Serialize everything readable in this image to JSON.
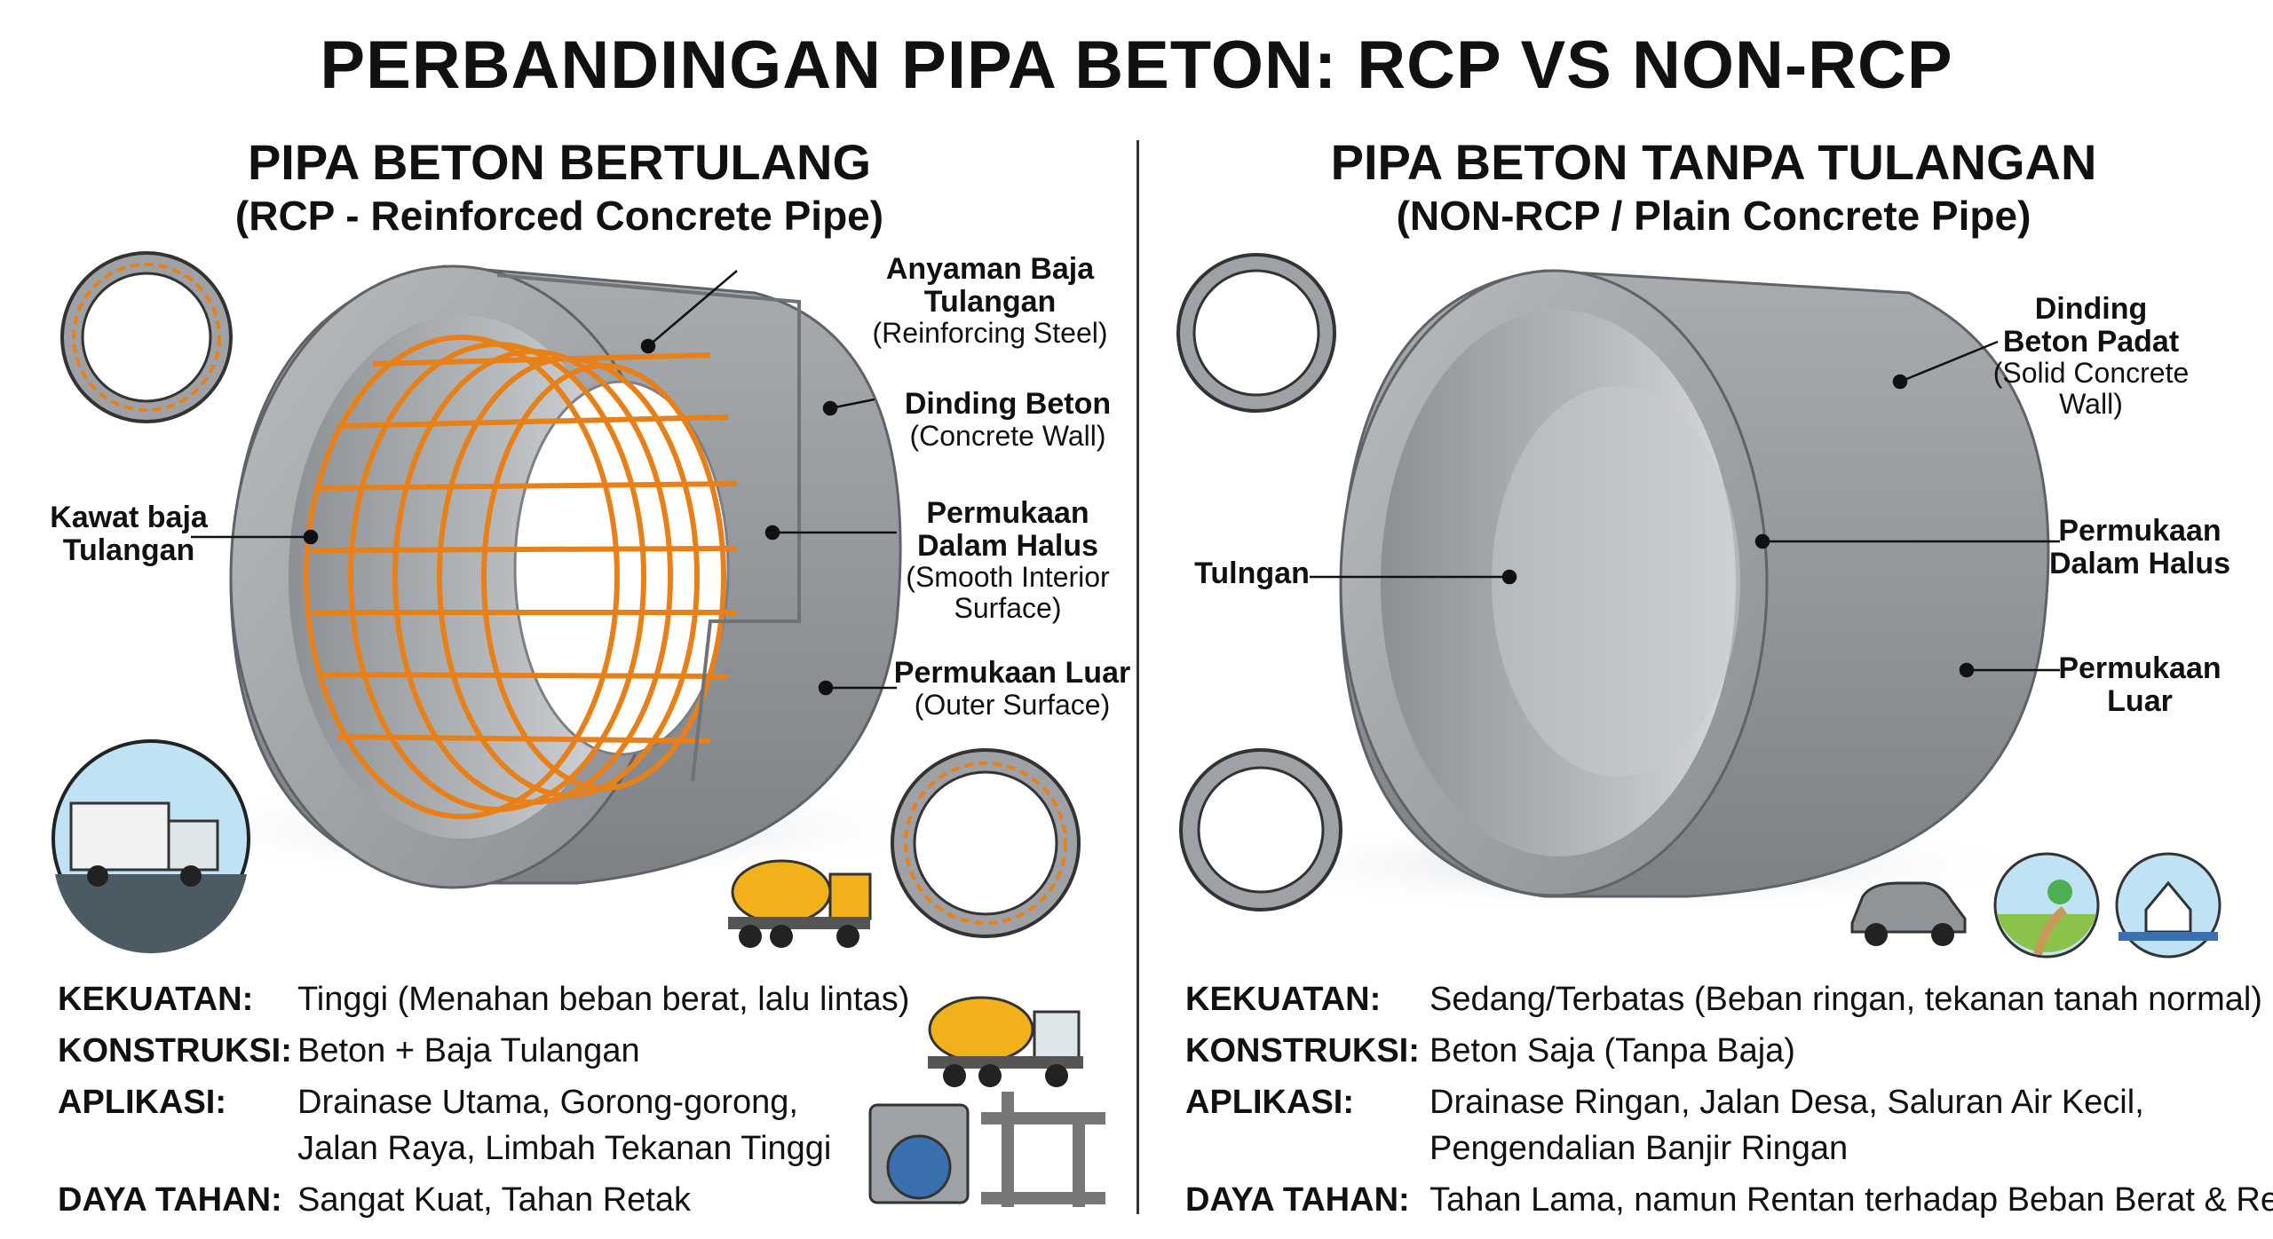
{
  "title": "PERBANDINGAN PIPA BETON: RCP VS NON-RCP",
  "left": {
    "heading": "PIPA BETON BERTULANG",
    "subheading": "(RCP - Reinforced Concrete Pipe)",
    "callouts": {
      "steel_mesh": {
        "bold": "Anyaman Baja Tulangan",
        "bold1": "Anyaman Baja",
        "bold2": "Tulangan",
        "note": "(Reinforcing Steel)"
      },
      "concrete_wall": {
        "bold": "Dinding Beton",
        "note": "(Concrete Wall)"
      },
      "smooth_interior": {
        "bold1": "Permukaan",
        "bold2": "Dalam Halus",
        "note1": "(Smooth Interior",
        "note2": "Surface)"
      },
      "outer_surface": {
        "bold": "Permukaan Luar",
        "note": "(Outer Surface)"
      },
      "steel_wire": {
        "bold1": "Kawat baja",
        "bold2": "Tulangan"
      }
    },
    "properties": [
      {
        "key": "KEKUATAN:",
        "value": "Tinggi (Menahan beban berat, lalu lintas)"
      },
      {
        "key": "KONSTRUKSI:",
        "value": "Beton + Baja Tulangan"
      },
      {
        "key": "APLIKASI:",
        "value": "Drainase Utama, Gorong-gorong,",
        "value2": "Jalan Raya, Limbah Tekanan Tinggi"
      },
      {
        "key": "DAYA TAHAN:",
        "value": "Sangat Kuat, Tahan Retak"
      }
    ],
    "icons": [
      "cross-section-reinforced-icon",
      "truck-on-road-icon",
      "cement-mixer-truck-icon",
      "cross-section-reinforced-icon",
      "cement-mixer-truck-icon",
      "pipe-manhole-icon",
      "pipe-network-icon"
    ]
  },
  "right": {
    "heading": "PIPA BETON TANPA TULANGAN",
    "subheading": "(NON-RCP / Plain Concrete Pipe)",
    "callouts": {
      "solid_wall": {
        "bold1": "Dinding",
        "bold2": "Beton Padat",
        "note1": "(Solid Concrete",
        "note2": "Wall)"
      },
      "tulngan": {
        "bold": "Tulngan"
      },
      "smooth_interior": {
        "bold1": "Permukaan",
        "bold2": "Dalam Halus"
      },
      "outer_surface": {
        "bold1": "Permukaan",
        "bold2": "Luar"
      }
    },
    "properties": [
      {
        "key": "KEKUATAN:",
        "value": "Sedang/Terbatas (Beban ringan, tekanan tanah normal)"
      },
      {
        "key": "KONSTRUKSI:",
        "value": "Beton Saja (Tanpa Baja)"
      },
      {
        "key": "APLIKASI:",
        "value": "Drainase Ringan, Jalan Desa, Saluran Air Kecil,",
        "value2": "Pengendalian Banjir Ringan"
      },
      {
        "key": "DAYA TAHAN:",
        "value": "Tahan Lama, namun Rentan terhadap Beban Berat & Retak"
      }
    ],
    "icons": [
      "cross-section-plain-icon",
      "cross-section-plain-icon",
      "car-icon",
      "village-road-icon",
      "house-water-icon"
    ]
  },
  "colors": {
    "concrete": "#9ea2a6",
    "concrete_dark": "#6e7378",
    "steel": "#e8801a",
    "text": "#111111"
  }
}
